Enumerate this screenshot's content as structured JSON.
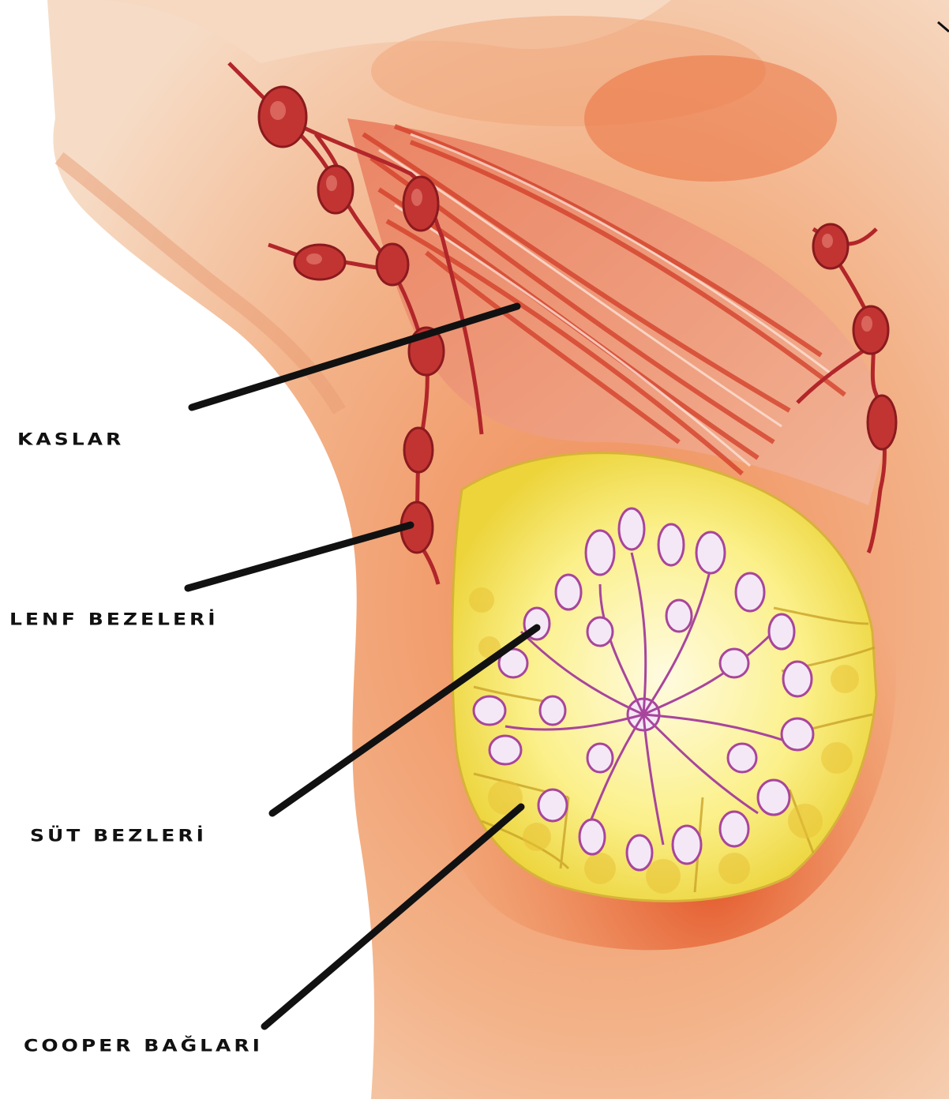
{
  "labels": [
    "KASLAR",
    "LENF BEZELERİ",
    "SÜT BEZLERİ",
    "COOPER BAĞLARI"
  ],
  "colors": {
    "skin_light": "#f6d6b8",
    "skin_mid": "#ef9f6c",
    "skin_dark": "#e0592c",
    "muscle": "#d9402a",
    "fat": "#f5e65a",
    "gland": "#b04aa6",
    "gland_fill": "#f3e6f4",
    "node": "#b2262a",
    "leader": "#111111"
  }
}
